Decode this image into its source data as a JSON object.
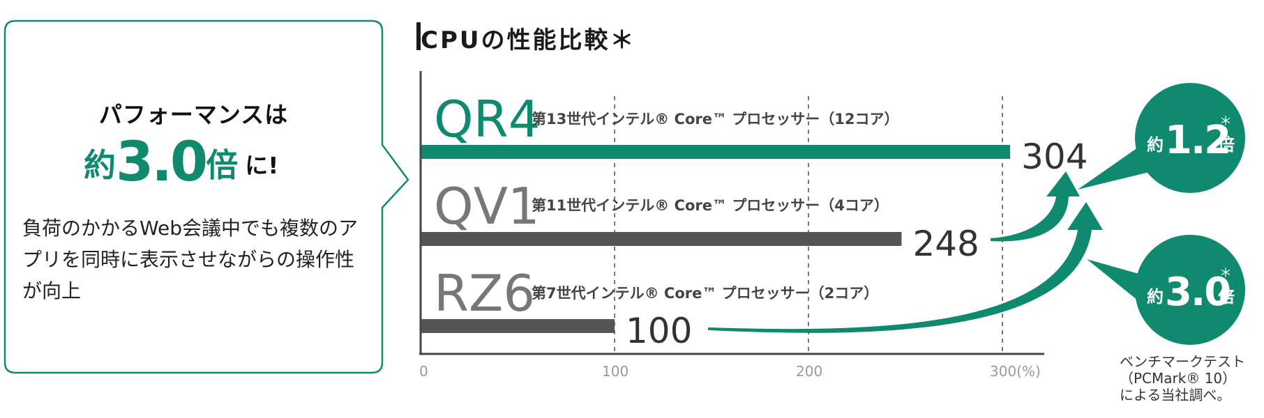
{
  "callout": {
    "line1": "パフォーマンスは",
    "prefix": "約",
    "number": "3.0",
    "suffix": "倍",
    "ending": "に!",
    "body": "負荷のかかるWeb会議中でも複数のアプリを同時に表示させながらの操作性が向上"
  },
  "chart_data": {
    "type": "bar",
    "orientation": "horizontal",
    "title": "CPUの性能比較＊",
    "unit": "(%)",
    "xlim": [
      0,
      320
    ],
    "ticks": [
      "0",
      "100",
      "200",
      "300(%)"
    ],
    "tick_values": [
      0,
      100,
      200,
      300
    ],
    "categories": [
      {
        "name": "QR4",
        "desc": "第13世代インテル® Core™ プロセッサー（12コア）",
        "value": 304,
        "label": "304",
        "color": "#0f8a6e"
      },
      {
        "name": "QV1",
        "desc": "第11世代インテル® Core™ プロセッサー（4コア）",
        "value": 248,
        "label": "248",
        "color": "#555555"
      },
      {
        "name": "RZ6",
        "desc": "第7世代インテル® Core™ プロセッサー（2コア）",
        "value": 100,
        "label": "100",
        "color": "#555555"
      }
    ],
    "badges": [
      {
        "prefix": "約",
        "number": "1.2",
        "suffix": "倍",
        "mark": "＊"
      },
      {
        "prefix": "約",
        "number": "3.0",
        "suffix": "倍",
        "mark": "＊"
      }
    ],
    "grid": "dashed vertical at ticks",
    "note": [
      "ベンチマークテスト",
      "（PCMark® 10）",
      "による当社調べ。"
    ]
  },
  "colors": {
    "accent": "#0f8a6e",
    "bar_gray": "#555555",
    "axis": "#444444",
    "tick": "#999999"
  }
}
